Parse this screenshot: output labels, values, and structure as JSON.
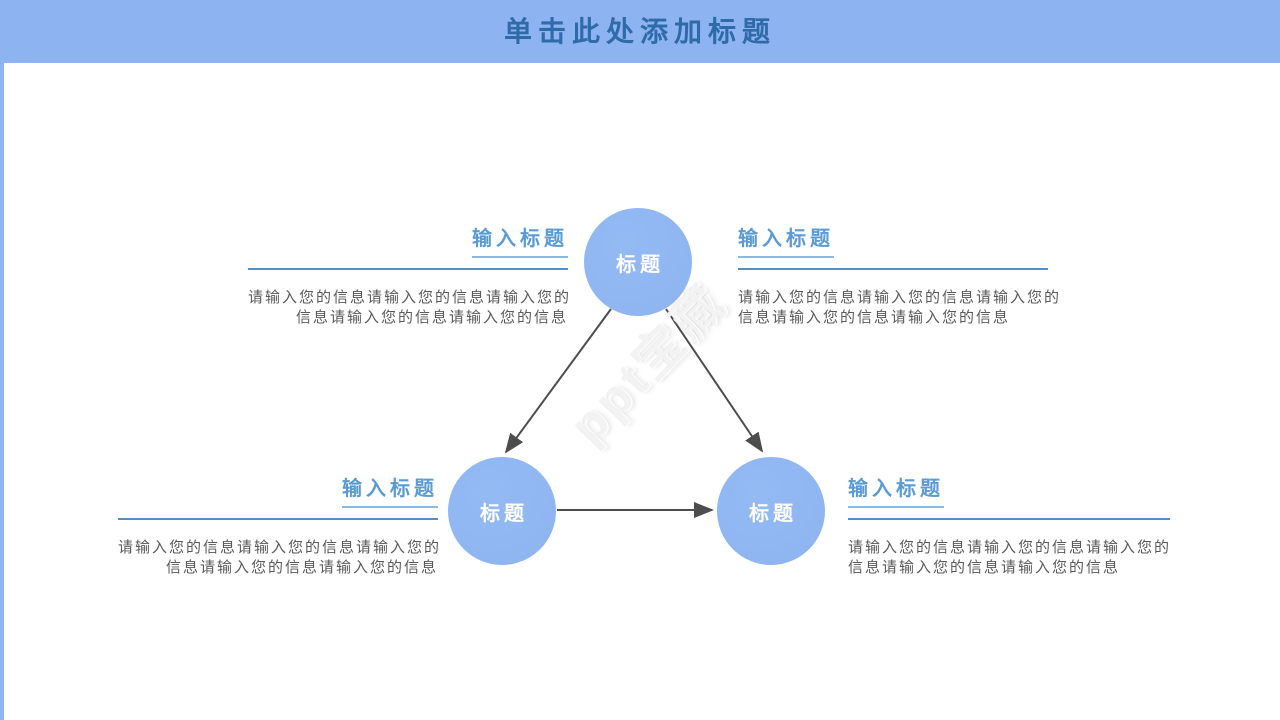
{
  "header": {
    "title": "单击此处添加标题"
  },
  "watermark": "ppt宝藏",
  "colors": {
    "header_bg": "#8DB4F0",
    "header_text": "#2E6BA8",
    "circle_fill": "#90B6F2",
    "circle_text": "#FFFFFF",
    "section_title": "#5B9BD5",
    "underline_short": "#8CB8E4",
    "underline_long": "#4E8FC7",
    "body_text": "#595959",
    "arrow": "#4D4D4D"
  },
  "nodes": [
    {
      "id": "top",
      "label": "标题"
    },
    {
      "id": "bottom-left",
      "label": "标题"
    },
    {
      "id": "bottom-right",
      "label": "标题"
    }
  ],
  "connections": [
    {
      "from": "top",
      "to": "bottom-left",
      "arrow": true
    },
    {
      "from": "top",
      "to": "bottom-right",
      "arrow": true
    },
    {
      "from": "bottom-left",
      "to": "bottom-right",
      "arrow": true
    }
  ],
  "sections": [
    {
      "position": "top-left",
      "title": "输入标题",
      "body_lines": [
        "请输入您的信息请输入您的信息请输入您的",
        "信息请输入您的信息请输入您的信息"
      ]
    },
    {
      "position": "top-right",
      "title": "输入标题",
      "body_lines": [
        "请输入您的信息请输入您的信息请输入您的",
        "信息请输入您的信息请输入您的信息"
      ]
    },
    {
      "position": "bottom-left",
      "title": "输入标题",
      "body_lines": [
        "请输入您的信息请输入您的信息请输入您的",
        "信息请输入您的信息请输入您的信息"
      ]
    },
    {
      "position": "bottom-right",
      "title": "输入标题",
      "body_lines": [
        "请输入您的信息请输入您的信息请输入您的",
        "信息请输入您的信息请输入您的信息"
      ]
    }
  ]
}
